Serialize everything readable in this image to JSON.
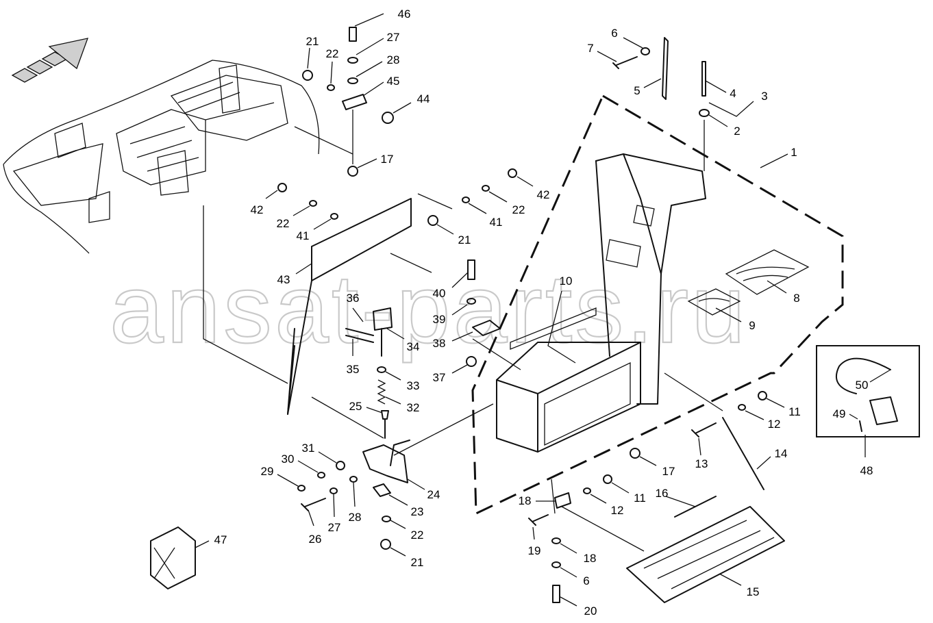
{
  "watermark": "ansat-parts.ru",
  "callouts": [
    {
      "id": "c46",
      "text": "46"
    },
    {
      "id": "c27a",
      "text": "27"
    },
    {
      "id": "c28a",
      "text": "28"
    },
    {
      "id": "c45",
      "text": "45"
    },
    {
      "id": "c44",
      "text": "44"
    },
    {
      "id": "c21a",
      "text": "21"
    },
    {
      "id": "c22a",
      "text": "22"
    },
    {
      "id": "c17a",
      "text": "17"
    },
    {
      "id": "c6a",
      "text": "6"
    },
    {
      "id": "c7",
      "text": "7"
    },
    {
      "id": "c5",
      "text": "5"
    },
    {
      "id": "c4",
      "text": "4"
    },
    {
      "id": "c3",
      "text": "3"
    },
    {
      "id": "c2",
      "text": "2"
    },
    {
      "id": "c1",
      "text": "1"
    },
    {
      "id": "c42a",
      "text": "42"
    },
    {
      "id": "c42b",
      "text": "42"
    },
    {
      "id": "c22b",
      "text": "22"
    },
    {
      "id": "c22c",
      "text": "22"
    },
    {
      "id": "c41a",
      "text": "41"
    },
    {
      "id": "c41b",
      "text": "41"
    },
    {
      "id": "c21b",
      "text": "21"
    },
    {
      "id": "c43",
      "text": "43"
    },
    {
      "id": "c8",
      "text": "8"
    },
    {
      "id": "c9",
      "text": "9"
    },
    {
      "id": "c10",
      "text": "10"
    },
    {
      "id": "c36",
      "text": "36"
    },
    {
      "id": "c40",
      "text": "40"
    },
    {
      "id": "c39",
      "text": "39"
    },
    {
      "id": "c38",
      "text": "38"
    },
    {
      "id": "c37",
      "text": "37"
    },
    {
      "id": "c34",
      "text": "34"
    },
    {
      "id": "c35",
      "text": "35"
    },
    {
      "id": "c33",
      "text": "33"
    },
    {
      "id": "c32",
      "text": "32"
    },
    {
      "id": "c25",
      "text": "25"
    },
    {
      "id": "c31",
      "text": "31"
    },
    {
      "id": "c30",
      "text": "30"
    },
    {
      "id": "c29",
      "text": "29"
    },
    {
      "id": "c24",
      "text": "24"
    },
    {
      "id": "c23",
      "text": "23"
    },
    {
      "id": "c28b",
      "text": "28"
    },
    {
      "id": "c27b",
      "text": "27"
    },
    {
      "id": "c26",
      "text": "26"
    },
    {
      "id": "c22d",
      "text": "22"
    },
    {
      "id": "c21c",
      "text": "21"
    },
    {
      "id": "c47",
      "text": "47"
    },
    {
      "id": "c11a",
      "text": "11"
    },
    {
      "id": "c12a",
      "text": "12"
    },
    {
      "id": "c13",
      "text": "13"
    },
    {
      "id": "c14",
      "text": "14"
    },
    {
      "id": "c17b",
      "text": "17"
    },
    {
      "id": "c16",
      "text": "16"
    },
    {
      "id": "c11b",
      "text": "11"
    },
    {
      "id": "c12b",
      "text": "12"
    },
    {
      "id": "c18a",
      "text": "18"
    },
    {
      "id": "c19",
      "text": "19"
    },
    {
      "id": "c18b",
      "text": "18"
    },
    {
      "id": "c6b",
      "text": "6"
    },
    {
      "id": "c20",
      "text": "20"
    },
    {
      "id": "c15",
      "text": "15"
    },
    {
      "id": "c50",
      "text": "50"
    },
    {
      "id": "c49",
      "text": "49"
    },
    {
      "id": "c48",
      "text": "48"
    }
  ]
}
